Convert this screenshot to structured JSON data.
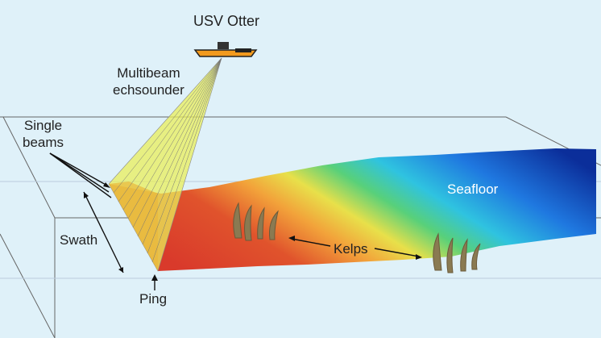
{
  "title": "USV Otter",
  "labels": {
    "instrument_line1": "Multibeam",
    "instrument_line2": "echsounder",
    "beams_line1": "Single",
    "beams_line2": "beams",
    "swath": "Swath",
    "ping": "Ping",
    "kelps": "Kelps",
    "seafloor": "Seafloor"
  },
  "colors": {
    "water": "#dff1f9",
    "beam": "#e8ec5a",
    "depth_shallow": "#d93a2b",
    "depth_deep": "#0b2e9a"
  }
}
